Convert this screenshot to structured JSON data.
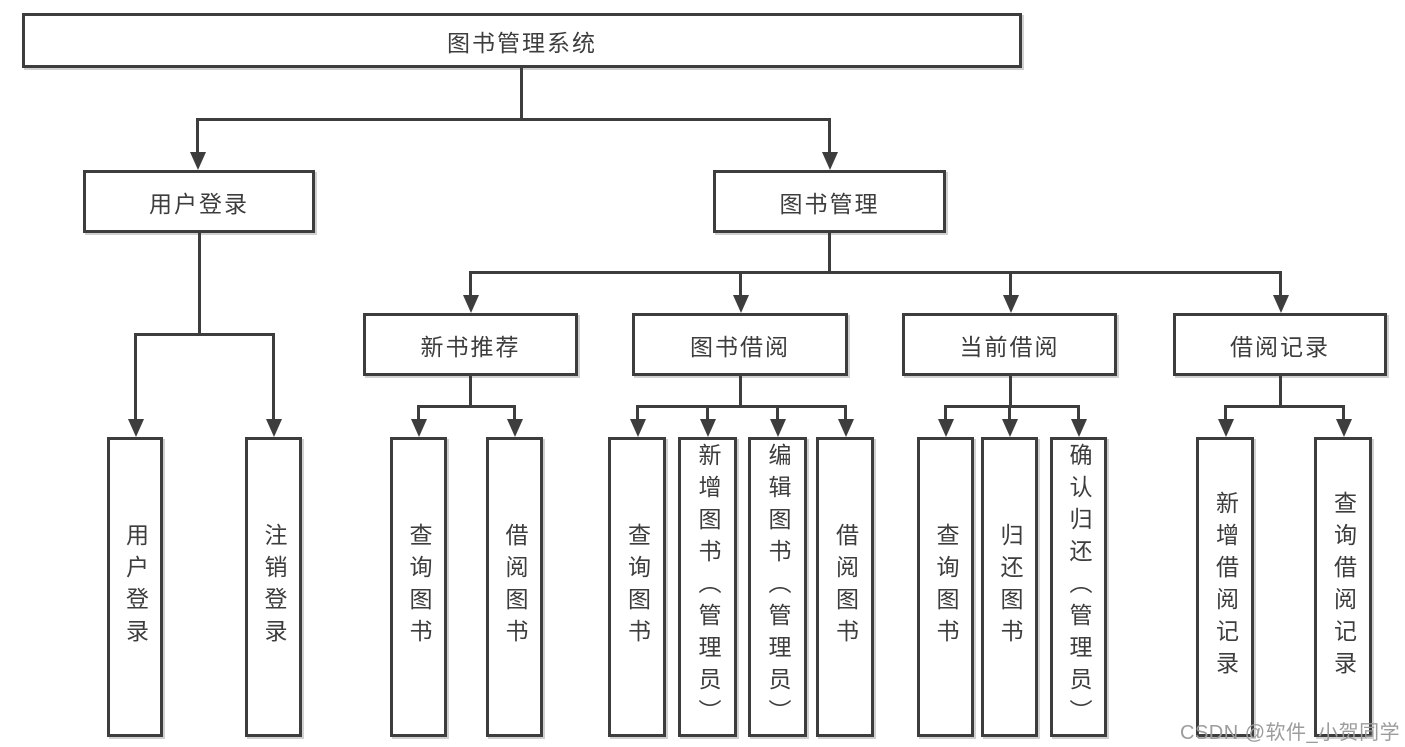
{
  "diagram": {
    "root": {
      "label": "图书管理系统"
    },
    "branches": [
      {
        "label": "用户登录",
        "children": [
          "用户登录",
          "注销登录"
        ]
      },
      {
        "label": "图书管理",
        "sections": [
          {
            "label": "新书推荐",
            "children": [
              "查询图书",
              "借阅图书"
            ]
          },
          {
            "label": "图书借阅",
            "children": [
              "查询图书",
              "新增图书（管理员）",
              "编辑图书（管理员）",
              "借阅图书"
            ]
          },
          {
            "label": "当前借阅",
            "children": [
              "查询图书",
              "归还图书",
              "确认归还（管理员）"
            ]
          },
          {
            "label": "借阅记录",
            "children": [
              "新增借阅记录",
              "查询借阅记录"
            ]
          }
        ]
      }
    ]
  },
  "watermark": {
    "text": "CSDN @软件_小贺同学"
  },
  "colors": {
    "line": "#3d3d3d",
    "text": "#3d3d3d",
    "background": "#ffffff",
    "watermark_text": "#9c9c9c"
  }
}
